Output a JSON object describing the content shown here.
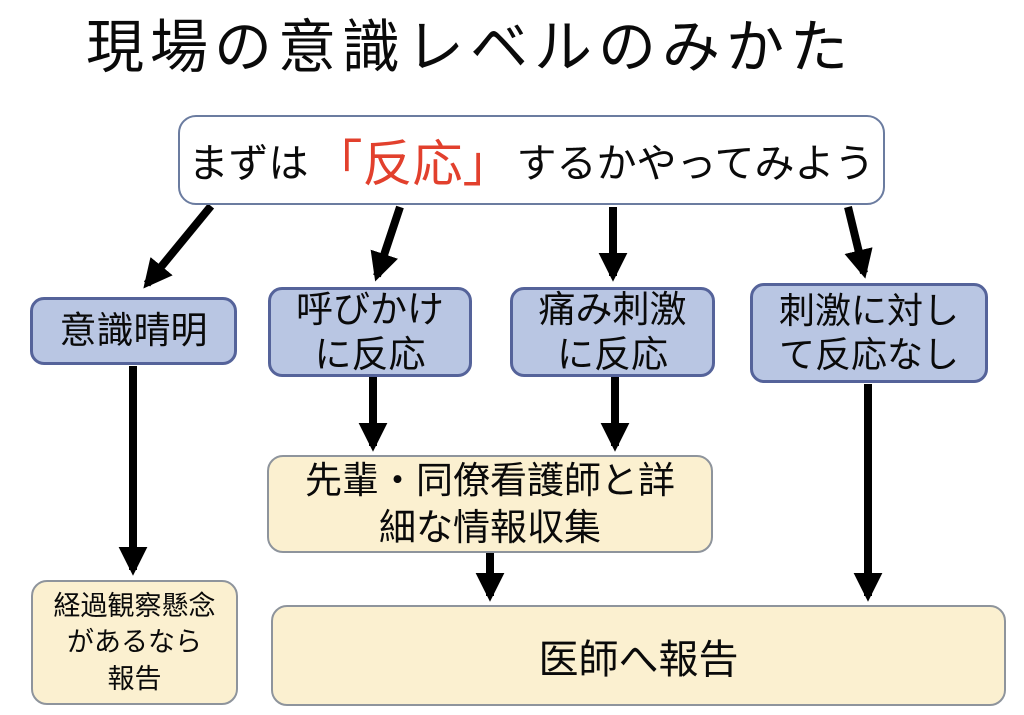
{
  "title": "現場の意識レベルのみかた",
  "flow": {
    "top_box": {
      "prefix": "まずは",
      "highlight": "「反応」",
      "suffix": "するかやってみよう"
    },
    "level_boxes": [
      {
        "label": "意識晴明"
      },
      {
        "label": "呼びかけ\nに反応"
      },
      {
        "label": "痛み刺激\nに反応"
      },
      {
        "label": "刺激に対し\nて反応なし"
      }
    ],
    "action_boxes": {
      "gather_info": "先輩・同僚看護師と詳\n細な情報収集",
      "observe_report": "経過観察懸念\nがあるなら\n報告",
      "report_doctor": "医師へ報告"
    }
  },
  "colors": {
    "blue_fill": "#b9c6e3",
    "blue_border": "#55639a",
    "cream_fill": "#fbf0d0",
    "cream_border": "#8e949c",
    "top_box_border": "#6b7ca0",
    "highlight_red": "#e2402d",
    "text_black": "#0a0a0a",
    "arrow_black": "#000000"
  }
}
